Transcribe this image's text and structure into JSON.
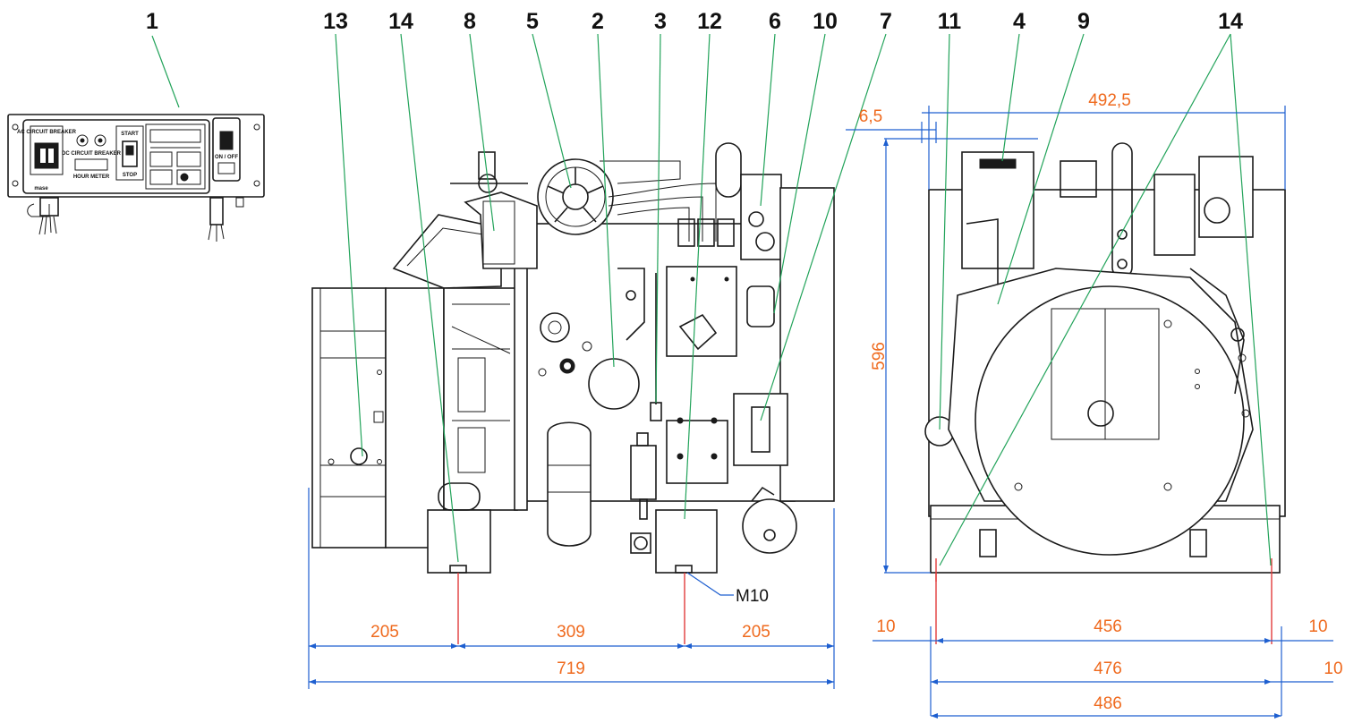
{
  "callouts": [
    {
      "id": "c1",
      "label": "1"
    },
    {
      "id": "c13",
      "label": "13"
    },
    {
      "id": "c14a",
      "label": "14"
    },
    {
      "id": "c8",
      "label": "8"
    },
    {
      "id": "c5",
      "label": "5"
    },
    {
      "id": "c2",
      "label": "2"
    },
    {
      "id": "c3",
      "label": "3"
    },
    {
      "id": "c12",
      "label": "12"
    },
    {
      "id": "c6",
      "label": "6"
    },
    {
      "id": "c10",
      "label": "10"
    },
    {
      "id": "c7",
      "label": "7"
    },
    {
      "id": "c11",
      "label": "11"
    },
    {
      "id": "c4",
      "label": "4"
    },
    {
      "id": "c9",
      "label": "9"
    },
    {
      "id": "c14b",
      "label": "14"
    }
  ],
  "dimensions": {
    "side": {
      "left_span": "205",
      "mid_span": "309",
      "right_span": "205",
      "overall": "719",
      "thread": "M10"
    },
    "front": {
      "top_width": "492,5",
      "top_offset": "6,5",
      "height": "596",
      "left_margin": "10",
      "inner_width": "456",
      "right_margin": "10",
      "mid_width": "476",
      "mid_right_margin": "10",
      "overall_width": "486"
    }
  },
  "panel_labels": {
    "ac_breaker": "AC CIRCUIT BREAKER",
    "dc_breaker": "DC CIRCUIT BREAKER",
    "hour_counter": "HOUR METER",
    "start": "START",
    "stop": "STOP",
    "on_off": "ON / OFF",
    "brand": "mase"
  },
  "colors": {
    "dimension_text": "#ef6a1e",
    "dimension_lines": "#1e5fd0",
    "leader_lines": "#22a35a",
    "mount_centerline": "#e23b3b",
    "drawing_ink": "#1a1a1a"
  }
}
